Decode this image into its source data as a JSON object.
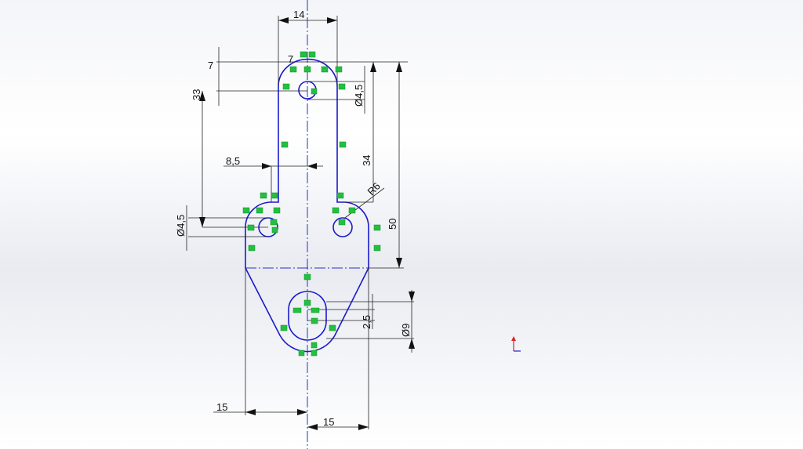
{
  "sketch": {
    "dimensions": {
      "slot_width": "14",
      "top_radius_offset": "7",
      "top_arc": "7",
      "top_hole_dia": "Ø4,5",
      "hole_spacing": "33",
      "offset_8_5": "8,5",
      "height_34": "34",
      "fillet": "R6",
      "height_50": "50",
      "side_hole_dia": "Ø4,5",
      "offset_2_5": "2,5",
      "bottom_dia": "Ø9",
      "left_15": "15",
      "right_15": "15"
    },
    "colors": {
      "geometry": "#1a1acc",
      "relations": "#22c040",
      "dims": "#111111"
    }
  }
}
